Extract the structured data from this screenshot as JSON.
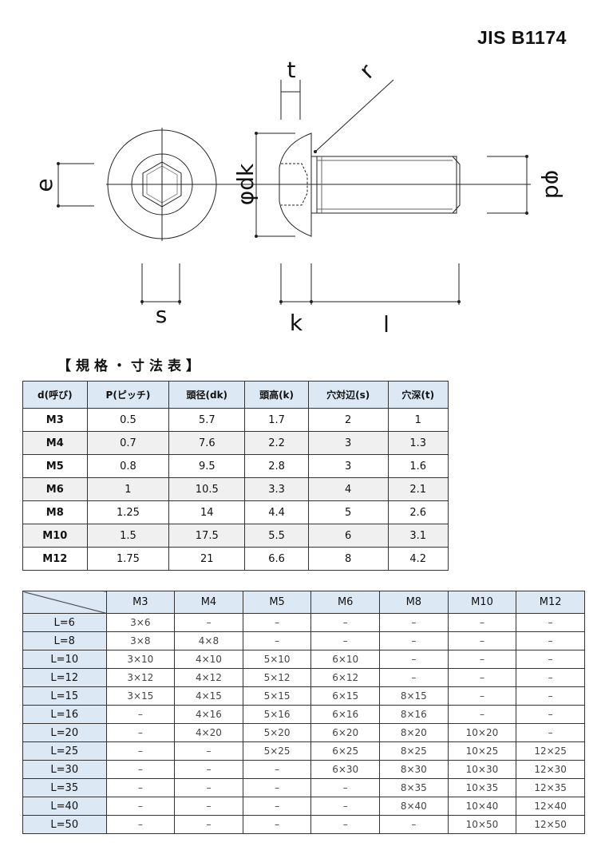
{
  "standard": "JIS B1174",
  "drawing_labels": {
    "e": "e",
    "s": "s",
    "t": "t",
    "r": "r",
    "dk": "φdk",
    "k": "k",
    "l": "l",
    "d": "φd"
  },
  "spec_title": "【規格・寸法表】",
  "spec_table": {
    "headers": [
      "d(呼び)",
      "P(ピッチ)",
      "頭径(dk)",
      "頭高(k)",
      "穴対辺(s)",
      "穴深(t)"
    ],
    "rows": [
      [
        "M3",
        "0.5",
        "5.7",
        "1.7",
        "2",
        "1"
      ],
      [
        "M4",
        "0.7",
        "7.6",
        "2.2",
        "3",
        "1.3"
      ],
      [
        "M5",
        "0.8",
        "9.5",
        "2.8",
        "3",
        "1.6"
      ],
      [
        "M6",
        "1",
        "10.5",
        "3.3",
        "4",
        "2.1"
      ],
      [
        "M8",
        "1.25",
        "14",
        "4.4",
        "5",
        "2.6"
      ],
      [
        "M10",
        "1.5",
        "17.5",
        "5.5",
        "6",
        "3.1"
      ],
      [
        "M12",
        "1.75",
        "21",
        "6.6",
        "8",
        "4.2"
      ]
    ]
  },
  "size_table": {
    "headers": [
      "M3",
      "M4",
      "M5",
      "M6",
      "M8",
      "M10",
      "M12"
    ],
    "rows": [
      {
        "label": "L=6",
        "cells": [
          "3×6",
          "–",
          "–",
          "–",
          "–",
          "–",
          "–"
        ]
      },
      {
        "label": "L=8",
        "cells": [
          "3×8",
          "4×8",
          "–",
          "–",
          "–",
          "–",
          "–"
        ]
      },
      {
        "label": "L=10",
        "cells": [
          "3×10",
          "4×10",
          "5×10",
          "6×10",
          "–",
          "–",
          "–"
        ]
      },
      {
        "label": "L=12",
        "cells": [
          "3×12",
          "4×12",
          "5×12",
          "6×12",
          "–",
          "–",
          "–"
        ]
      },
      {
        "label": "L=15",
        "cells": [
          "3×15",
          "4×15",
          "5×15",
          "6×15",
          "8×15",
          "–",
          "–"
        ]
      },
      {
        "label": "L=16",
        "cells": [
          "–",
          "4×16",
          "5×16",
          "6×16",
          "8×16",
          "–",
          "–"
        ]
      },
      {
        "label": "L=20",
        "cells": [
          "–",
          "4×20",
          "5×20",
          "6×20",
          "8×20",
          "10×20",
          "–"
        ]
      },
      {
        "label": "L=25",
        "cells": [
          "–",
          "–",
          "5×25",
          "6×25",
          "8×25",
          "10×25",
          "12×25"
        ]
      },
      {
        "label": "L=30",
        "cells": [
          "–",
          "–",
          "–",
          "6×30",
          "8×30",
          "10×30",
          "12×30"
        ]
      },
      {
        "label": "L=35",
        "cells": [
          "–",
          "–",
          "–",
          "–",
          "8×35",
          "10×35",
          "12×35"
        ]
      },
      {
        "label": "L=40",
        "cells": [
          "–",
          "–",
          "–",
          "–",
          "8×40",
          "10×40",
          "12×40"
        ]
      },
      {
        "label": "L=50",
        "cells": [
          "–",
          "–",
          "–",
          "–",
          "–",
          "10×50",
          "12×50"
        ]
      }
    ]
  }
}
